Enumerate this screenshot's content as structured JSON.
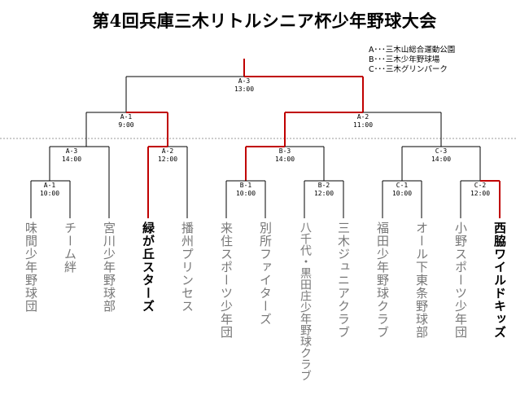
{
  "title": "第4回兵庫三木リトルシニア杯少年野球大会",
  "legend": [
    "A･･･三木山総合運動公園",
    "B･･･三木少年野球場",
    "C･･･三木グリンパーク"
  ],
  "colors": {
    "winner_line": "#c00000",
    "line": "#000000",
    "dashed": "#999999",
    "team_text": "#777777",
    "winner_text": "#000000"
  },
  "games": {
    "final": {
      "code": "A-3",
      "time": "13:00"
    },
    "sf_left": {
      "code": "A-1",
      "time": "9:00"
    },
    "sf_right": {
      "code": "A-2",
      "time": "11:00"
    },
    "qf1": {
      "code": "A-3",
      "time": "14:00"
    },
    "qf2": {
      "code": "A-2",
      "time": "12:00"
    },
    "qf3": {
      "code": "B-3",
      "time": "14:00"
    },
    "qf4": {
      "code": "C-3",
      "time": "14:00"
    },
    "r1a": {
      "code": "A-1",
      "time": "10:00"
    },
    "r1b": {
      "code": "B-1",
      "time": "10:00"
    },
    "r1c": {
      "code": "B-2",
      "time": "12:00"
    },
    "r1d": {
      "code": "C-1",
      "time": "10:00"
    },
    "r1e": {
      "code": "C-2",
      "time": "12:00"
    }
  },
  "teams": [
    {
      "name": "味間少年野球団",
      "winner": false
    },
    {
      "name": "チーム絆",
      "winner": false
    },
    {
      "name": "宮川少年野球部",
      "winner": false
    },
    {
      "name": "緑が丘スターズ",
      "winner": true
    },
    {
      "name": "播州プリンセス",
      "winner": false
    },
    {
      "name": "来住スポーツ少年団",
      "winner": false
    },
    {
      "name": "別所ファイターズ",
      "winner": false
    },
    {
      "name": "八千代・黒田庄少年野球クラブ",
      "winner": false
    },
    {
      "name": "三木ジュニアクラブ",
      "winner": false
    },
    {
      "name": "福田少年野球クラブ",
      "winner": false
    },
    {
      "name": "オール下東条野球部",
      "winner": false
    },
    {
      "name": "小野スポーツ少年団",
      "winner": false
    },
    {
      "name": "西脇ワイルドキッズ",
      "winner": true
    }
  ]
}
